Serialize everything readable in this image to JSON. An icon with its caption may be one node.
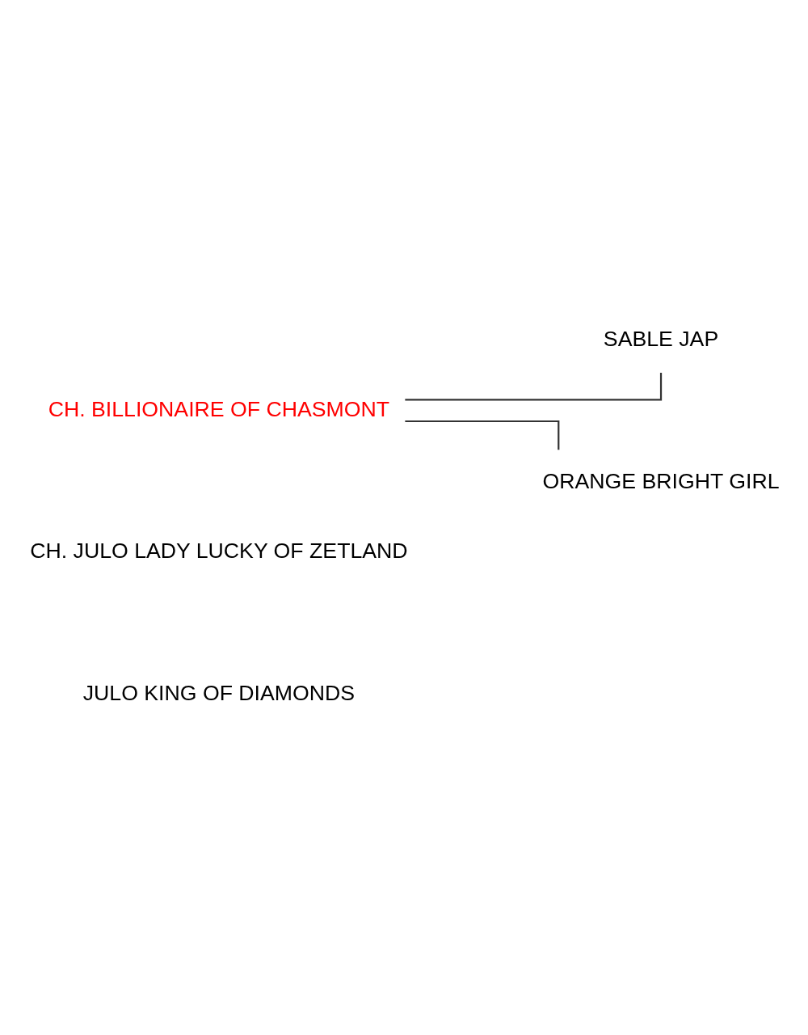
{
  "diagram": {
    "nodes": [
      {
        "text": [
          "JULO KING OF DIAMONDS"
        ]
      },
      {
        "text": [
          "CH. JULO LADY LUCKY OF ZETLAND"
        ]
      },
      {
        "text": [
          "SABLE JAP"
        ]
      },
      {
        "text": [
          "CH. BILLIONAIRE OF CHASMONT"
        ]
      },
      {
        "text": [
          "ORANGE BRIGHT GIRL"
        ]
      }
    ],
    "edges": [
      {
        "from": 3,
        "to": 2,
        "arrow": "none"
      },
      {
        "from": 3,
        "to": 4,
        "arrow": "none"
      }
    ]
  }
}
